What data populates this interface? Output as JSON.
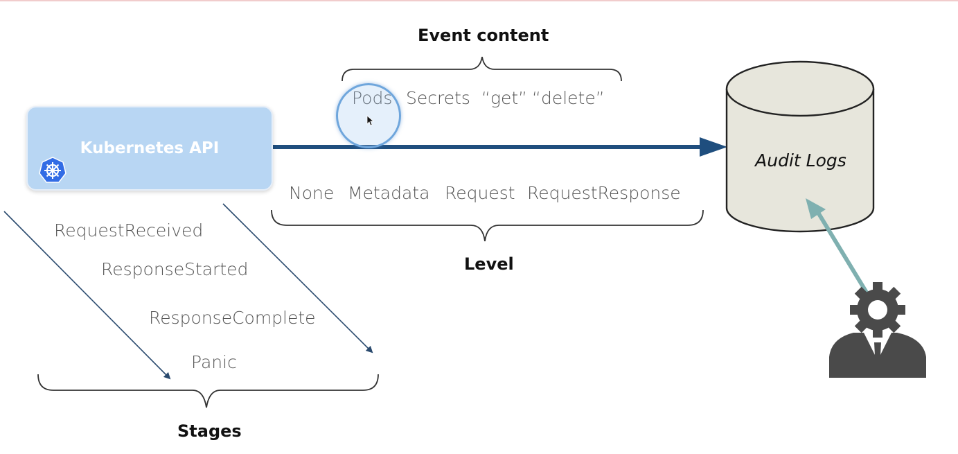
{
  "diagram": {
    "source_box": {
      "label": "Kubernetes API"
    },
    "event_content": {
      "heading": "Event content",
      "items": [
        "Pods",
        "Secrets",
        "“get”",
        "“delete”"
      ]
    },
    "level": {
      "heading": "Level",
      "items": [
        "None",
        "Metadata",
        "Request",
        "RequestResponse"
      ]
    },
    "stages": {
      "heading": "Stages",
      "items": [
        "RequestReceived",
        "ResponseStarted",
        "ResponseComplete",
        "Panic"
      ]
    },
    "audit_logs": {
      "label": "Audit Logs"
    },
    "colors": {
      "main_arrow": "#1f4e7e",
      "api_box": "#b8d6f3",
      "database": "#e7e6dc",
      "user_arrow": "#7fb0b0",
      "user_icon": "#4a4a4a"
    },
    "icons": [
      "kubernetes-helm-icon",
      "database-cylinder-icon",
      "admin-user-gear-icon",
      "cursor-icon"
    ]
  }
}
